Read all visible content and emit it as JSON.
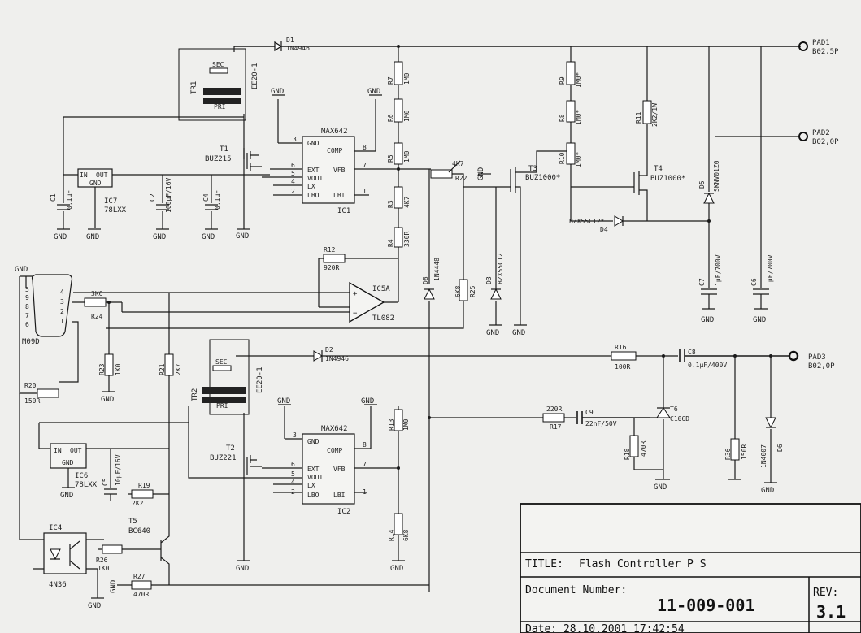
{
  "title_block": {
    "title_label": "TITLE:",
    "title": "Flash Controller P S",
    "docnum_label": "Document Number:",
    "docnum": "11-009-001",
    "rev_label": "REV:",
    "rev": "3.1",
    "date": "Date: 28.10.2001 17:42:54"
  },
  "terminals": {
    "pad1": [
      "PAD1",
      "B02,5P"
    ],
    "pad2": [
      "PAD2",
      "B02,0P"
    ],
    "pad3": [
      "PAD3",
      "B02,0P"
    ]
  },
  "ics": {
    "ic1": {
      "ref": "IC1",
      "part": "MAX642",
      "pins": [
        "GND",
        "COMP",
        "EXT",
        "VFB",
        "VOUT",
        "LX",
        "LBO",
        "LBI"
      ],
      "nums": [
        "3",
        "8",
        "6",
        "7",
        "5",
        "4",
        "2",
        "1"
      ]
    },
    "ic2": {
      "ref": "IC2",
      "part": "MAX642",
      "pins": [
        "GND",
        "COMP",
        "EXT",
        "VFB",
        "VOUT",
        "LX",
        "LBO",
        "LBI"
      ],
      "nums": [
        "3",
        "8",
        "6",
        "7",
        "5",
        "4",
        "2",
        "1"
      ]
    },
    "ic5a": {
      "ref": "IC5A",
      "part": "TL082"
    },
    "ic7": {
      "ref": "IC7",
      "part": "78LXX",
      "in": "IN",
      "out": "OUT",
      "gnd": "GND"
    },
    "ic6": {
      "ref": "IC6",
      "part": "78LXX",
      "in": "IN",
      "out": "OUT",
      "gnd": "GND"
    },
    "ic4": {
      "ref": "IC4",
      "part": "4N36"
    }
  },
  "transformers": {
    "tr1": {
      "ref": "TR1",
      "part": "EE20-1",
      "sec": "SEC",
      "pri": "PRI"
    },
    "tr2": {
      "ref": "TR2",
      "part": "EE20-1",
      "sec": "SEC",
      "pri": "PRI"
    }
  },
  "resistors": {
    "r7": "R7",
    "r7v": "1M0",
    "r6": "R6",
    "r6v": "1M0",
    "r5": "R5",
    "r5v": "1M0",
    "r3": "R3",
    "r3v": "4K7",
    "r4": "R4",
    "r4v": "330R",
    "r12": "R12",
    "r12v": "920R",
    "r22": "R22",
    "r22v": "4K7",
    "r25": "R25",
    "r25v": "6K8",
    "r9": "R9",
    "r9v": "1M0*",
    "r8": "R8",
    "r8v": "1M0*",
    "r10": "R10",
    "r10v": "1M0*",
    "r11": "R11",
    "r11v": "2K2/1W",
    "r24": "R24",
    "r24v": "3K6",
    "r23": "R23",
    "r23v": "1K0",
    "r21": "R21",
    "r21v": "2K7",
    "r20": "R20",
    "r20v": "150R",
    "r13": "R13",
    "r13v": "1M0",
    "r14": "R14",
    "r14v": "6K8",
    "r16": "R16",
    "r16v": "100R",
    "r17": "R17",
    "r17v": "220R",
    "r18": "R18",
    "r18v": "470R",
    "r36": "R36",
    "r36v": "150R",
    "r19": "R19",
    "r19v": "2K2",
    "r26": "R26",
    "r26v": "1K0",
    "r27": "R27",
    "r27v": "470R"
  },
  "capacitors": {
    "c1": "C1",
    "c1v": "0.1µF",
    "c2": "C2",
    "c2v": "100µF/16V",
    "c4": "C4",
    "c4v": "0.1µF",
    "c7": "C7",
    "c7v": "1µF/700V",
    "c6": "C6",
    "c6v": "1µF/700V",
    "c8": "C8",
    "c8v": "0.1µF/400V",
    "c9": "C9",
    "c9v": "22nF/50V",
    "c5": "C5",
    "c5v": "10µF/16V"
  },
  "semis": {
    "d1": "D1",
    "d1v": "1N4946",
    "d2": "D2",
    "d2v": "1N4946",
    "d8": "D8",
    "d8v": "1N4448",
    "d3": "D3",
    "d3v": "BZX55C12",
    "d4": "D4",
    "d4v": "BZX55C12*",
    "d5": "D5",
    "d5v": "SKNV01Z0",
    "d6": "D6",
    "d6v": "1N4007",
    "t1": "T1",
    "t1v": "BUZ215",
    "t2": "T2",
    "t2v": "BUZ221",
    "t3": "T3",
    "t3v": "BUZ1000*",
    "t4": "T4",
    "t4v": "BUZ1000*",
    "t5": "T5",
    "t5v": "BC640",
    "t6": "T6",
    "t6v": "C106D"
  },
  "connector": {
    "ref": "M09D",
    "pins": [
      "5",
      "9",
      "4",
      "8",
      "3",
      "7",
      "2",
      "6",
      "1"
    ]
  },
  "gnd_label": "GND"
}
